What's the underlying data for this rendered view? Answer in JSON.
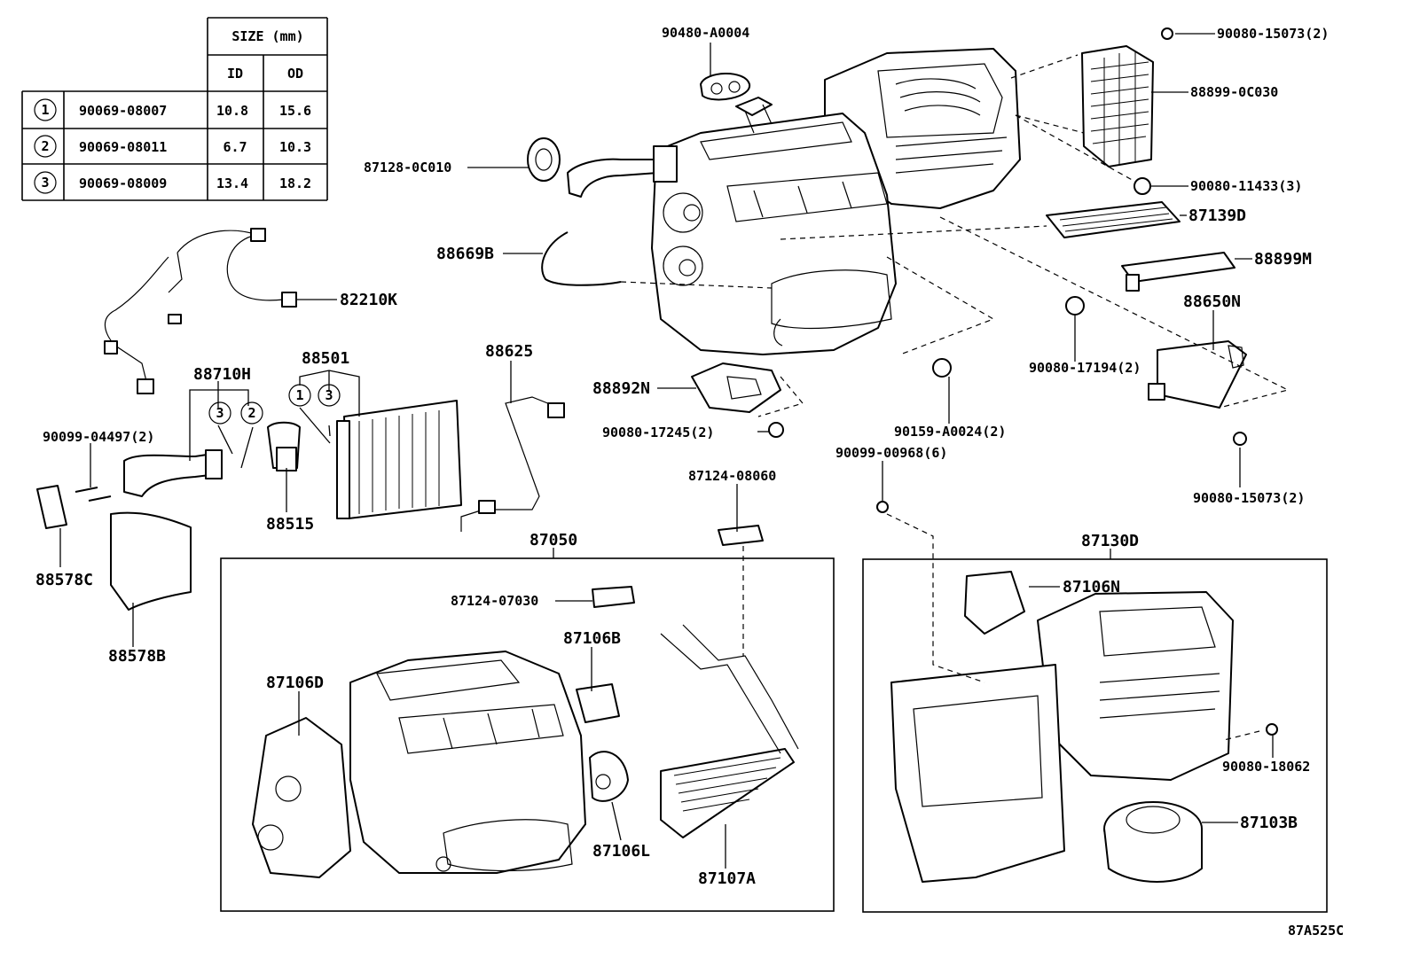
{
  "diagram_code": "87A525C",
  "size_table": {
    "header": "SIZE (mm)",
    "columns": [
      "ID",
      "OD"
    ],
    "rows": [
      {
        "ref": "1",
        "part": "90069-08007",
        "id": "10.8",
        "od": "15.6"
      },
      {
        "ref": "2",
        "part": "90069-08011",
        "id": "6.7",
        "od": "10.3"
      },
      {
        "ref": "3",
        "part": "90069-08009",
        "id": "13.4",
        "od": "18.2"
      }
    ]
  },
  "labels": {
    "p90480": "90480-A0004",
    "p90080_15073_top": "90080-15073(2)",
    "p88899_0c030": "88899-0C030",
    "p87128": "87128-0C010",
    "p90080_11433": "90080-11433(3)",
    "p87139d": "87139D",
    "p88669b": "88669B",
    "p88899m": "88899M",
    "p82210k": "82210K",
    "p88650n": "88650N",
    "p88710h": "88710H",
    "p88501": "88501",
    "p88625": "88625",
    "p88892n": "88892N",
    "p90080_17194": "90080-17194(2)",
    "p90099_04497": "90099-04497(2)",
    "p90080_17245": "90080-17245(2)",
    "p90159": "90159-A0024(2)",
    "p90099_00968": "90099-00968(6)",
    "p90080_15073_bot": "90080-15073(2)",
    "p88515": "88515",
    "p87124_08060": "87124-08060",
    "p87050": "87050",
    "p87130d": "87130D",
    "p88578c": "88578C",
    "p88578b": "88578B",
    "p87124_07030": "87124-07030",
    "p87106n": "87106N",
    "p87106b": "87106B",
    "p87106d": "87106D",
    "p90080_18062": "90080-18062",
    "p87103b": "87103B",
    "p87106l": "87106L",
    "p87107a": "87107A"
  },
  "callouts": {
    "c88710h_left": "3",
    "c88710h_right": "2",
    "c88501_left": "1",
    "c88501_right": "3"
  }
}
